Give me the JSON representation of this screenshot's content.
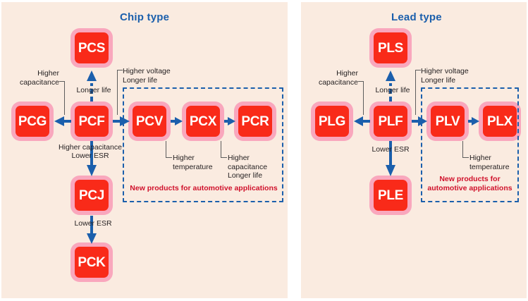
{
  "panels": [
    {
      "id": "chip",
      "title": "Chip type",
      "boxes": [
        {
          "name": "PCS"
        },
        {
          "name": "PCG"
        },
        {
          "name": "PCF"
        },
        {
          "name": "PCV"
        },
        {
          "name": "PCX"
        },
        {
          "name": "PCR"
        },
        {
          "name": "PCJ"
        },
        {
          "name": "PCK"
        }
      ],
      "notes": [
        {
          "id": "higher-capacitance-left",
          "text": "Higher\ncapacitance"
        },
        {
          "id": "longer-life-up",
          "text": "Longer life"
        },
        {
          "id": "higher-voltage-longer-life",
          "text": "Higher voltage\nLonger life"
        },
        {
          "id": "higher-capacitance-lower-esr",
          "text": "Higher capacitance\nLower ESR"
        },
        {
          "id": "lower-esr",
          "text": "Lower ESR"
        },
        {
          "id": "higher-temperature",
          "text": "Higher\ntemperature"
        },
        {
          "id": "higher-capacitance-longer-life",
          "text": "Higher\ncapacitance\nLonger life"
        }
      ],
      "region_label": "New products for automotive applications"
    },
    {
      "id": "lead",
      "title": "Lead type",
      "boxes": [
        {
          "name": "PLS"
        },
        {
          "name": "PLG"
        },
        {
          "name": "PLF"
        },
        {
          "name": "PLV"
        },
        {
          "name": "PLX"
        },
        {
          "name": "PLE"
        }
      ],
      "notes": [
        {
          "id": "higher-capacitance-left",
          "text": "Higher\ncapacitance"
        },
        {
          "id": "longer-life-up",
          "text": "Longer life"
        },
        {
          "id": "higher-voltage-longer-life",
          "text": "Higher voltage\nLonger life"
        },
        {
          "id": "lower-esr",
          "text": "Lower ESR"
        },
        {
          "id": "higher-temperature",
          "text": "Higher\ntemperature"
        }
      ],
      "region_label": "New products for\nautomotive applications"
    }
  ],
  "colors": {
    "panel_bg": "#faebe0",
    "box_frame": "#f9a7bd",
    "box_fill": "#f92a19",
    "box_text": "#ffffff",
    "title": "#1b5fac",
    "arrow": "#1b5fac",
    "region_border": "#1b5fac",
    "region_label": "#d0112b",
    "note_text": "#231f20",
    "leader": "#5d5d5d"
  }
}
